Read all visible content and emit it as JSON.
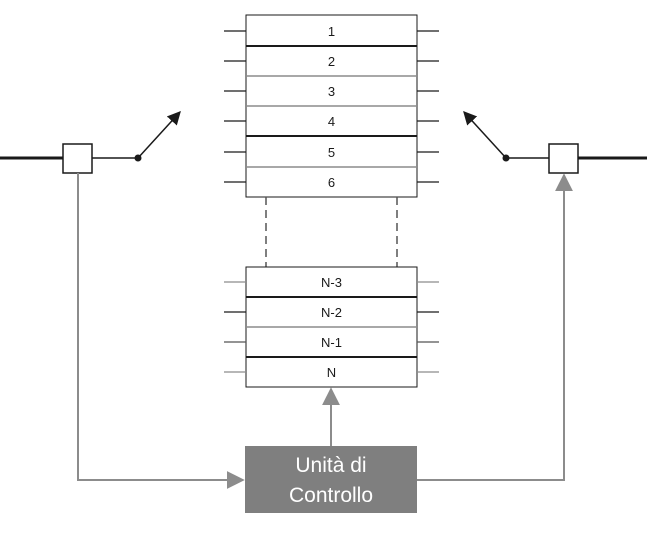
{
  "diagram": {
    "top_stack": [
      "1",
      "2",
      "3",
      "4",
      "5",
      "6"
    ],
    "bottom_stack": [
      "N-3",
      "N-2",
      "N-1",
      "N"
    ],
    "control_unit": {
      "line1": "Unità di",
      "line2": "Controllo"
    }
  },
  "colors": {
    "line_dark": "#1a1a1a",
    "line_gray": "#8c8c8c",
    "control_fill": "#7f7f7f",
    "control_text": "#ffffff"
  }
}
